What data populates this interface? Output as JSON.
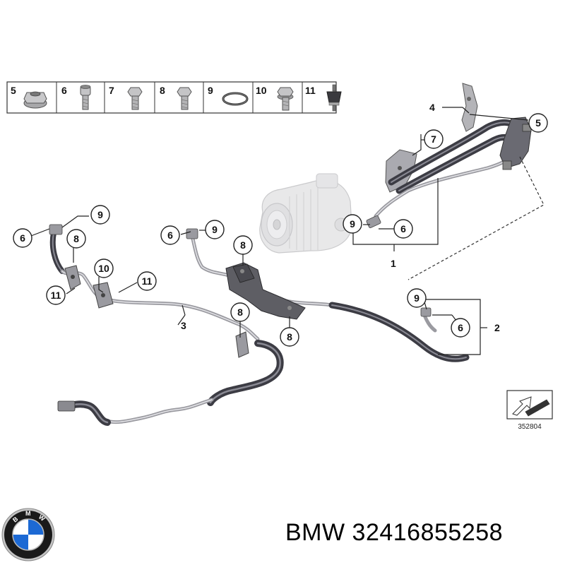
{
  "parts_strip": [
    {
      "number": "5",
      "icon": "flange-nut-icon"
    },
    {
      "number": "6",
      "icon": "socket-bolt-icon"
    },
    {
      "number": "7",
      "icon": "hex-bolt-icon"
    },
    {
      "number": "8",
      "icon": "hex-bolt-icon"
    },
    {
      "number": "9",
      "icon": "sealing-ring-icon"
    },
    {
      "number": "10",
      "icon": "hex-bolt-icon"
    },
    {
      "number": "11",
      "icon": "rubber-mount-icon"
    }
  ],
  "callouts": {
    "c4": "4",
    "c5": "5",
    "c7": "7",
    "c9_pump": "9",
    "c6_pump": "6",
    "c1": "1",
    "c9_left": "9",
    "c6_left": "6",
    "c8_left": "8",
    "c10": "10",
    "c11_a": "11",
    "c11_b": "11",
    "c3": "3",
    "c6_mid": "6",
    "c9_mid": "9",
    "c8_top": "8",
    "c8_mid": "8",
    "c8_low": "8",
    "c9_right": "9",
    "c6_right": "6",
    "c2": "2"
  },
  "reference_code": "352804",
  "brand_logo": {
    "name": "bmw-logo-icon",
    "lettering": "BMW",
    "colors": {
      "ring": "#1a1a1a",
      "blue": "#1c69d4",
      "white": "#ffffff",
      "chrome": "#b8b8b8"
    }
  },
  "footer": {
    "brand": "BMW",
    "part_number": "32416855258"
  },
  "colors": {
    "hose_dark": "#3c3c44",
    "pipe_metal": "#9a9aa0",
    "pump_body": "#d6d6d8"
  }
}
